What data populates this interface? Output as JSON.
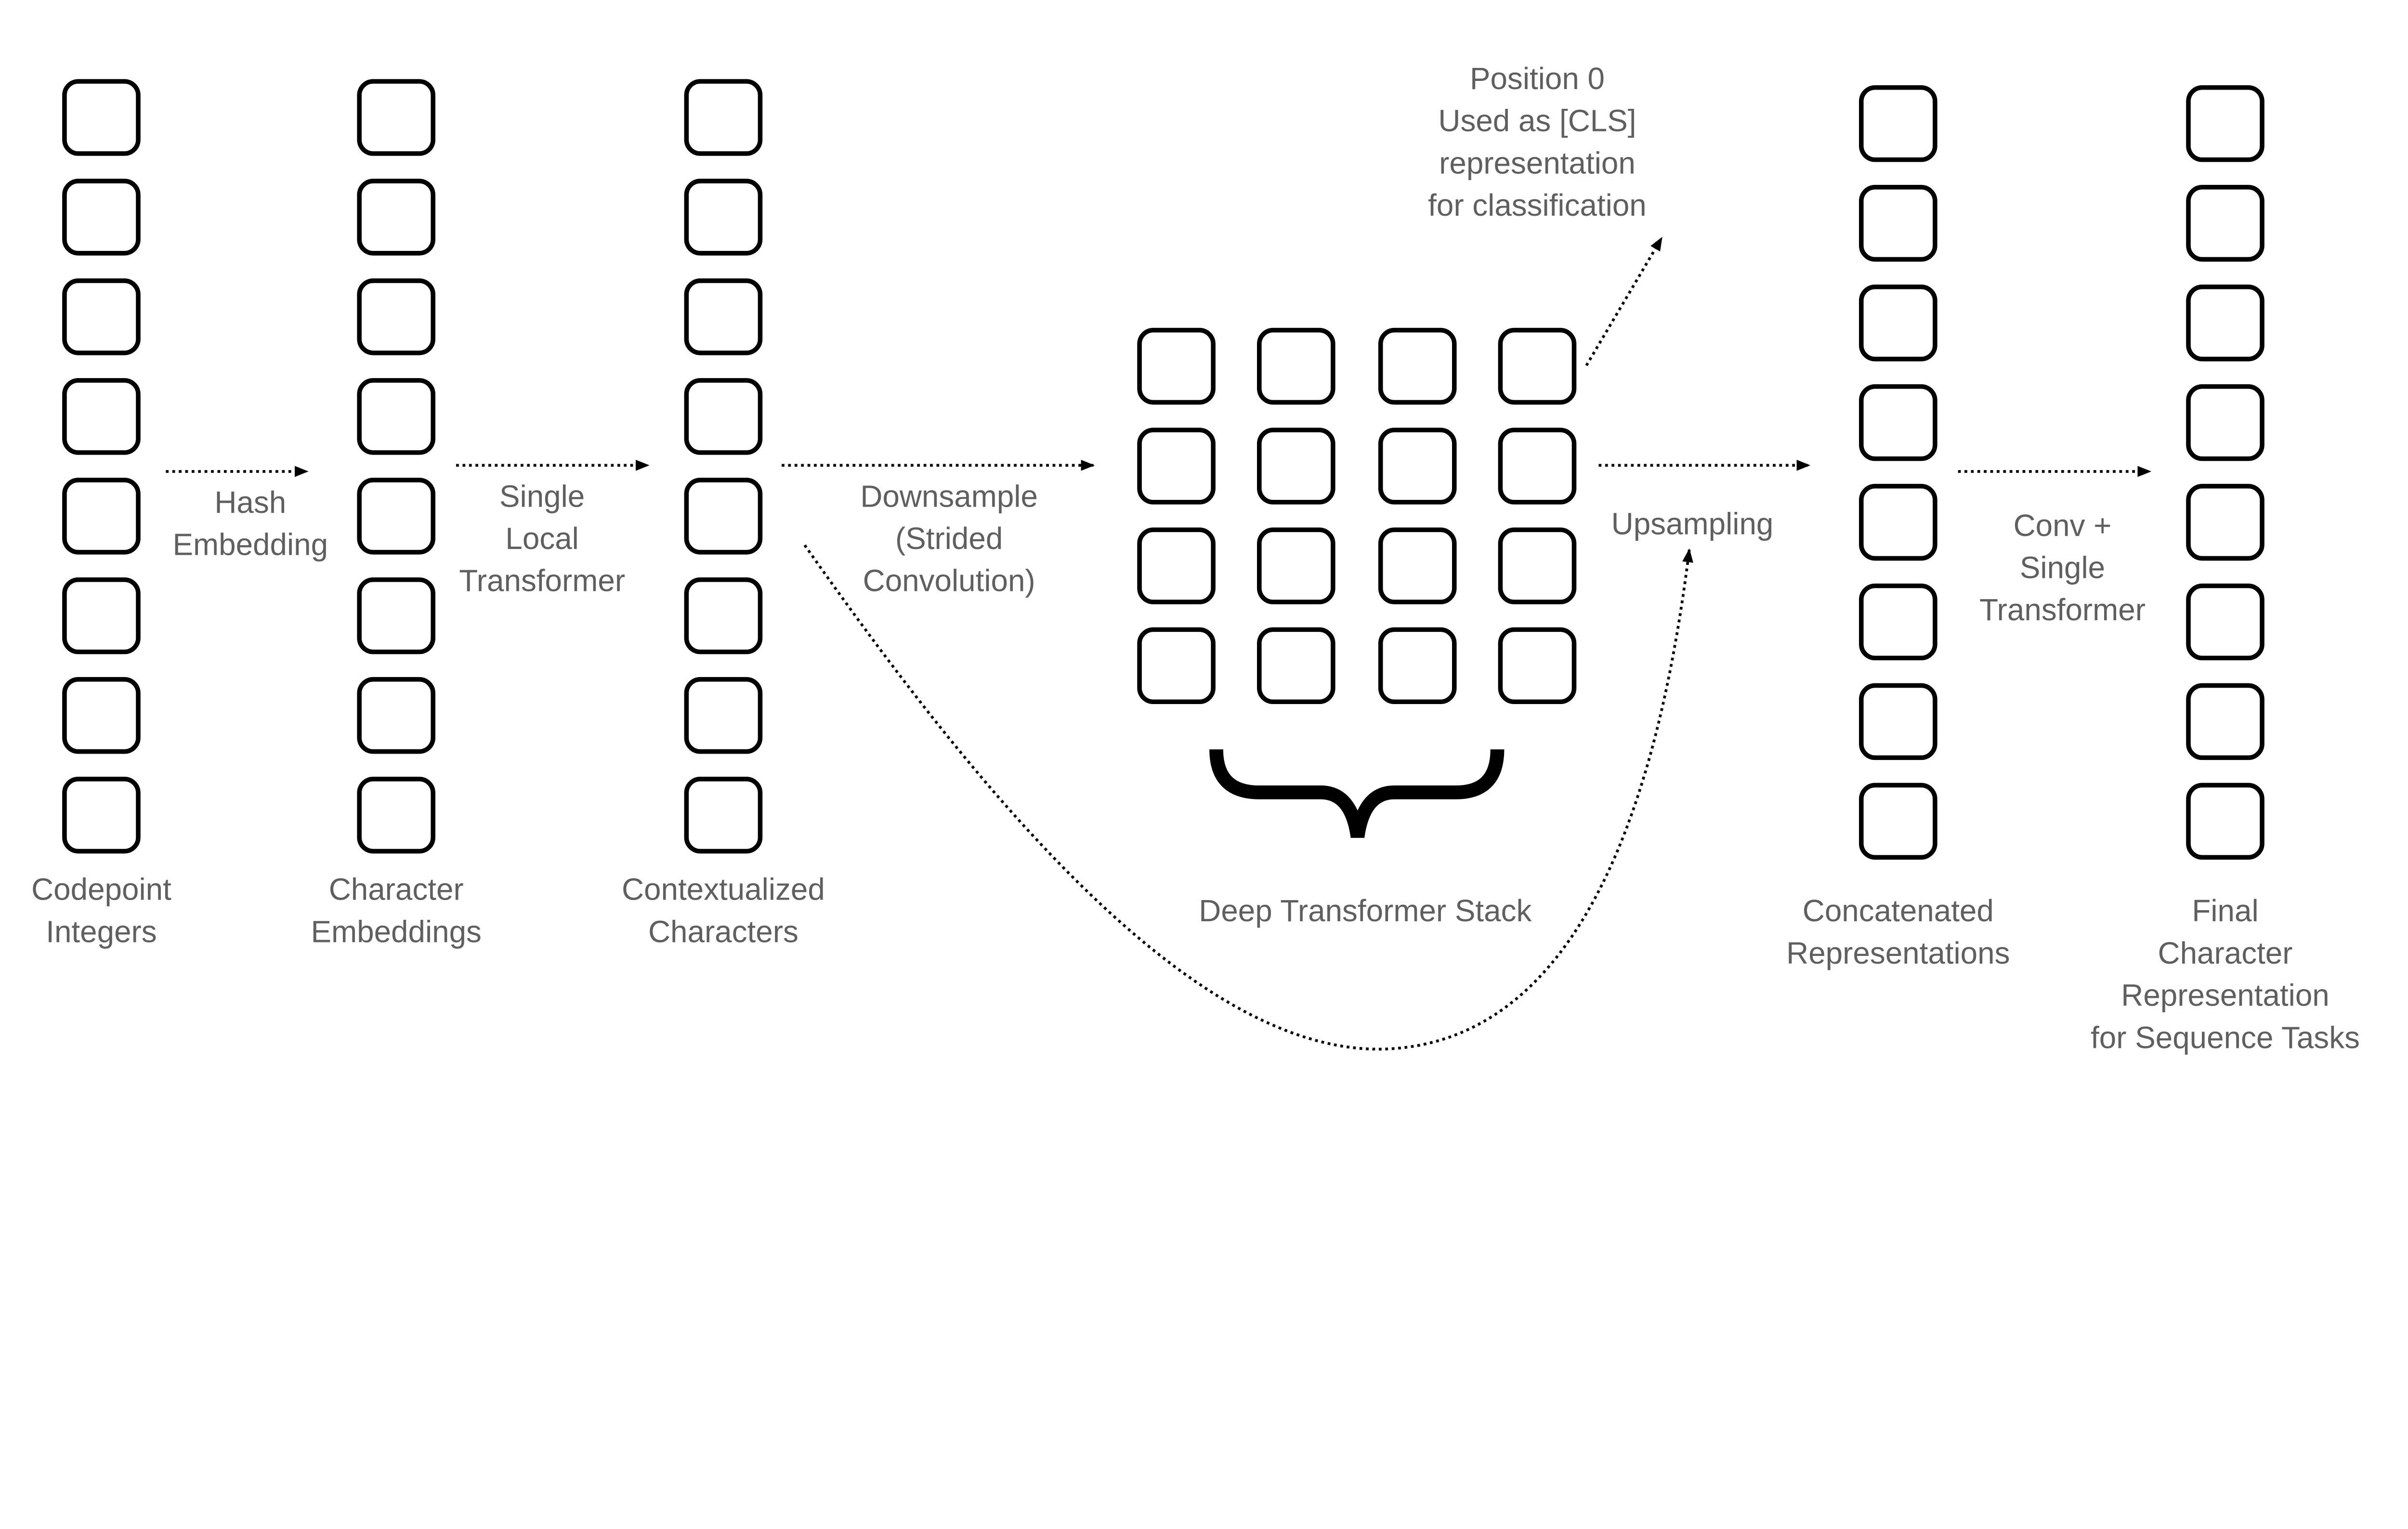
{
  "columns": [
    {
      "id": "codepoint",
      "label": [
        "Codepoint",
        "Integers"
      ]
    },
    {
      "id": "char-emb",
      "label": [
        "Character",
        "Embeddings"
      ]
    },
    {
      "id": "contextual",
      "label": [
        "Contextualized",
        "Characters"
      ]
    },
    {
      "id": "concat",
      "label": [
        "Concatenated",
        "Representations"
      ]
    },
    {
      "id": "final",
      "label": [
        "Final",
        "Character",
        "Representation",
        "for Sequence Tasks"
      ]
    }
  ],
  "stack": {
    "label": "Deep Transformer Stack"
  },
  "arrows": [
    {
      "id": "hash",
      "label": [
        "Hash",
        "Embedding"
      ]
    },
    {
      "id": "local",
      "label": [
        "Single",
        "Local",
        "Transformer"
      ]
    },
    {
      "id": "downsample",
      "label": [
        "Downsample",
        "(Strided",
        "Convolution)"
      ]
    },
    {
      "id": "upsample",
      "label": [
        "Upsampling"
      ]
    },
    {
      "id": "conv",
      "label": [
        "Conv +",
        "Single",
        "Transformer"
      ]
    }
  ],
  "cls_note": [
    "Position 0",
    "Used as [CLS]",
    "representation",
    "for classification"
  ],
  "colors": {
    "text": "#5f5f5f",
    "stroke": "#000000"
  }
}
